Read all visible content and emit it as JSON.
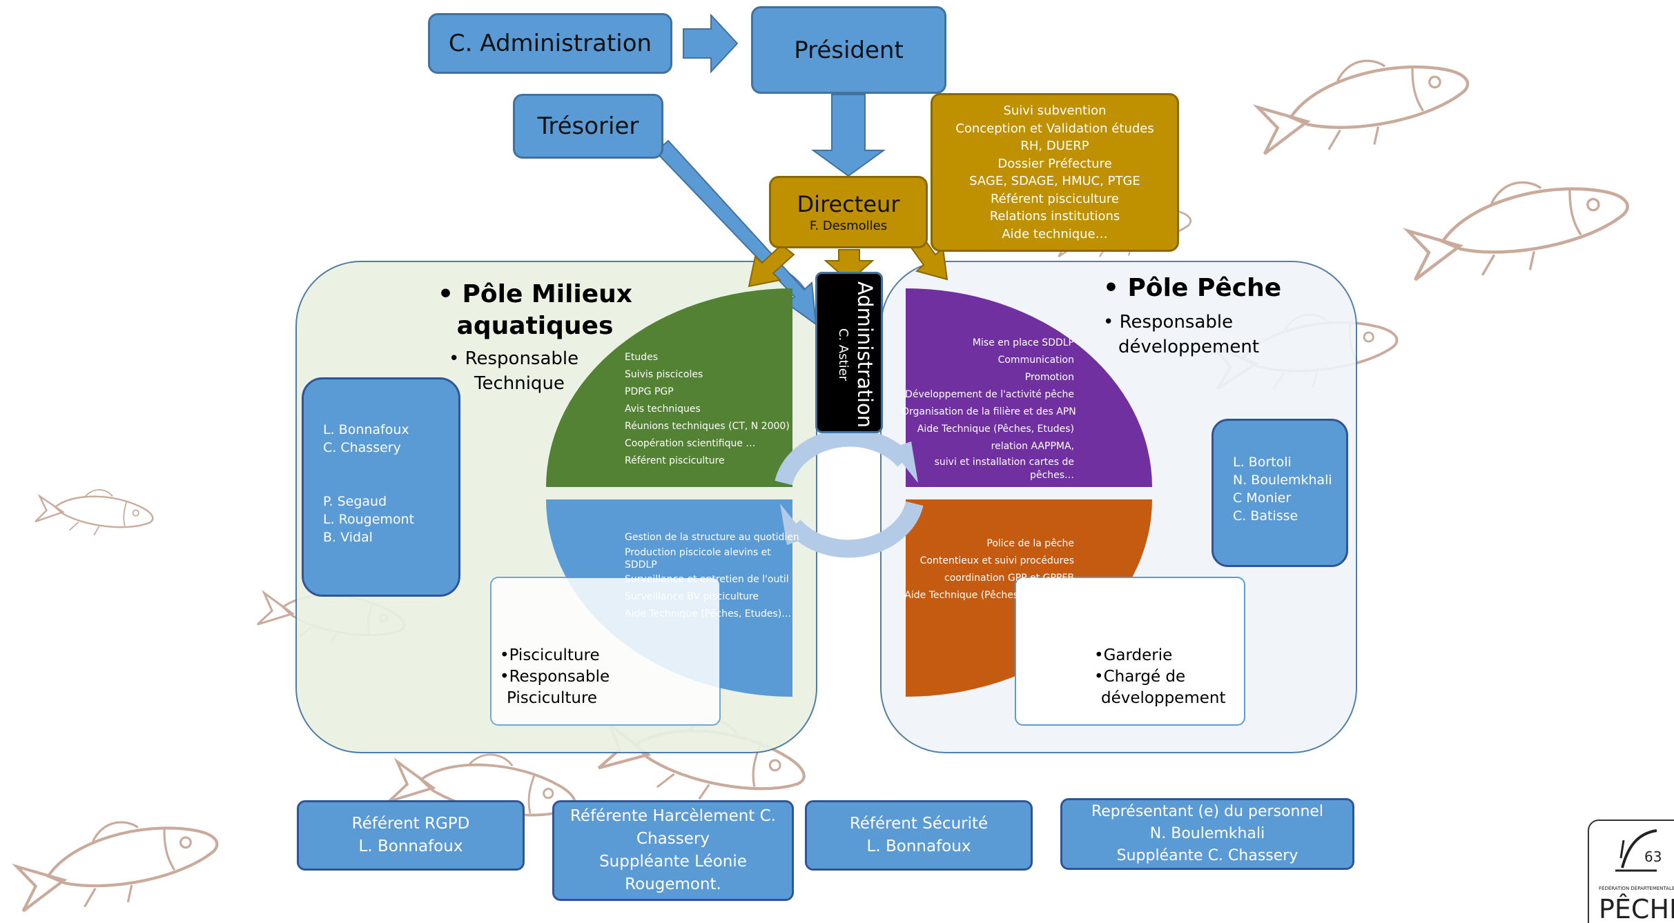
{
  "top": {
    "ca": "C. Administration",
    "president": "Président",
    "tresorier": "Trésorier"
  },
  "directeur": {
    "title": "Directeur",
    "name": "F. Desmolles"
  },
  "director_tasks": [
    "Suivi subvention",
    "Conception et Validation études",
    "RH, DUERP",
    "Dossier Préfecture",
    "SAGE, SDAGE, HMUC, PTGE",
    "Référent pisciculture",
    "Relations institutions",
    "Aide technique…"
  ],
  "administration": {
    "title": "Administration",
    "name": "C. Astier"
  },
  "pole_milieux": {
    "title_line1": "• Pôle Milieux",
    "title_line2": "aquatiques",
    "sub_line1": "• Responsable",
    "sub_line2": "Technique",
    "people": [
      "L. Bonnafoux",
      "C. Chassery",
      "",
      "",
      "P. Segaud",
      "L. Rougemont",
      "B. Vidal"
    ]
  },
  "pole_peche": {
    "title": "• Pôle Pêche",
    "sub_line1": "• Responsable",
    "sub_line2": "développement",
    "people": [
      "L. Bortoli",
      "N. Boulemkhali",
      "C Monier",
      "C. Batisse"
    ]
  },
  "green_tasks": [
    "Etudes",
    "Suivis piscicoles",
    "PDPG PGP",
    "Avis techniques",
    "Réunions techniques (CT, N 2000)",
    "Coopération scientifique …",
    "Référent pisciculture"
  ],
  "purple_tasks": [
    "Mise en place SDDLP",
    "Communication",
    "Promotion",
    "Développement de l'activité pêche",
    "Organisation de la filière et des APN",
    "Aide Technique (Pêches, Etudes)",
    "relation AAPPMA,",
    "suivi et installation cartes de",
    "pêches…"
  ],
  "blue_tasks": [
    "Gestion de la structure au quotidien",
    "Production piscicole alevins et",
    "SDDLP",
    "Surveillance et entretien de l'outil",
    "Surveillance BV pisciculture",
    "Aide Technique (Pêches, Etudes)…"
  ],
  "orange_tasks": [
    "Police de la pêche",
    "Contentieux et suivi procédures",
    "coordination GPP et GPPFB",
    "Aide Technique (Pêches, Etudes) …"
  ],
  "pisciculture": {
    "line1": "•Pisciculture",
    "line2": "•Responsable",
    "line3": "Pisciculture"
  },
  "garderie": {
    "line1": "•Garderie",
    "line2": "•Chargé de",
    "line3": "développement"
  },
  "bottom": {
    "rgpd": [
      "Référent RGPD",
      "L. Bonnafoux"
    ],
    "harcelement": [
      "Référente Harcèlement C.",
      "Chassery",
      "Suppléante Léonie",
      "Rougemont."
    ],
    "securite": [
      "Référent Sécurité",
      "L. Bonnafoux"
    ],
    "representant": [
      "Représentant (e) du personnel",
      "N. Boulemkhali",
      "Suppléante C. Chassery"
    ]
  },
  "logo": {
    "number": "63",
    "caption": "FÉDÉRATION DÉPARTEMENTALE",
    "word": "PÊCHE"
  },
  "colors": {
    "blue": "#5b9bd5",
    "gold": "#bf9000",
    "green": "#548235",
    "purple": "#7030a0",
    "orange": "#c55a11",
    "fish": "#c9aa9b",
    "pole_left_bg": "#eaf1e2",
    "pole_right_bg": "#f0f5fa"
  }
}
